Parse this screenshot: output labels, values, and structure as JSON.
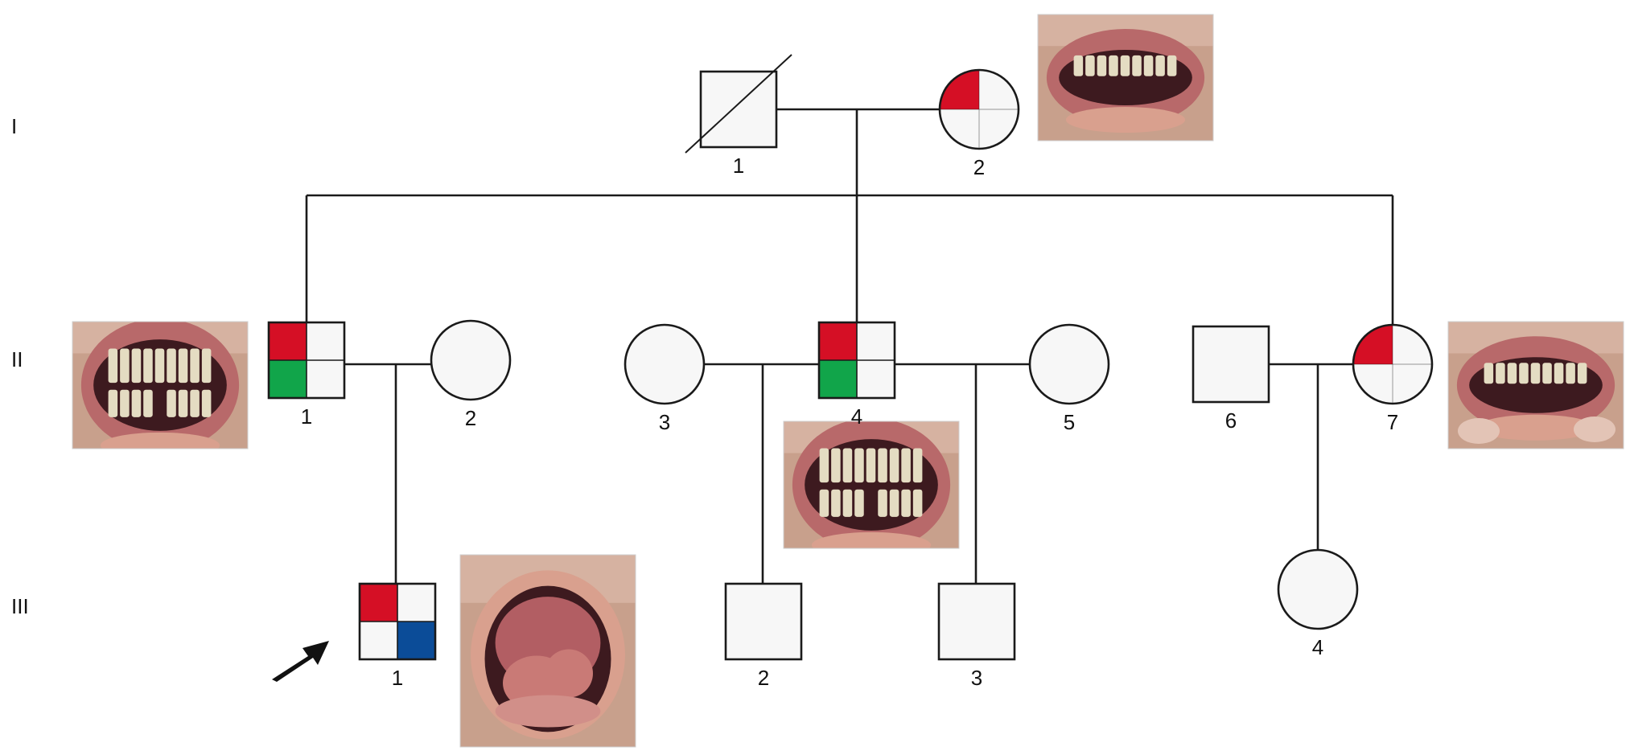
{
  "colors": {
    "line": "#1a1a1a",
    "fill": "#f7f7f7",
    "red": "#d50f25",
    "green": "#11a54a",
    "blue": "#0b4c98",
    "lip_light": "#d9a08e",
    "lip_dark": "#b8696a",
    "skin": "#c8a08c",
    "skin_light": "#e3c4b6",
    "teeth": "#e4dcc2",
    "mouth_dark": "#3d1a1f"
  },
  "generations": [
    "I",
    "II",
    "III"
  ],
  "individuals": [
    {
      "key": "I-1",
      "gen": "I",
      "label": "1",
      "sex": "male",
      "deceased": true,
      "quadrants": []
    },
    {
      "key": "I-2",
      "gen": "I",
      "label": "2",
      "sex": "female",
      "deceased": false,
      "quadrants": [
        "tl:red"
      ]
    },
    {
      "key": "II-1",
      "gen": "II",
      "label": "1",
      "sex": "male",
      "deceased": false,
      "quadrants": [
        "tl:red",
        "bl:green"
      ]
    },
    {
      "key": "II-2",
      "gen": "II",
      "label": "2",
      "sex": "female",
      "deceased": false,
      "quadrants": []
    },
    {
      "key": "II-3",
      "gen": "II",
      "label": "3",
      "sex": "female",
      "deceased": false,
      "quadrants": []
    },
    {
      "key": "II-4",
      "gen": "II",
      "label": "4",
      "sex": "male",
      "deceased": false,
      "quadrants": [
        "tl:red",
        "bl:green"
      ]
    },
    {
      "key": "II-5",
      "gen": "II",
      "label": "5",
      "sex": "female",
      "deceased": false,
      "quadrants": []
    },
    {
      "key": "II-6",
      "gen": "II",
      "label": "6",
      "sex": "male",
      "deceased": false,
      "quadrants": []
    },
    {
      "key": "II-7",
      "gen": "II",
      "label": "7",
      "sex": "female",
      "deceased": false,
      "quadrants": [
        "tl:red"
      ]
    },
    {
      "key": "III-1",
      "gen": "III",
      "label": "1",
      "sex": "male",
      "deceased": false,
      "proband": true,
      "quadrants": [
        "tl:red",
        "br:blue"
      ]
    },
    {
      "key": "III-2",
      "gen": "III",
      "label": "2",
      "sex": "male",
      "deceased": false,
      "quadrants": []
    },
    {
      "key": "III-3",
      "gen": "III",
      "label": "3",
      "sex": "male",
      "deceased": false,
      "quadrants": []
    },
    {
      "key": "III-4",
      "gen": "III",
      "label": "4",
      "sex": "female",
      "deceased": false,
      "quadrants": []
    }
  ],
  "photos": [
    {
      "key": "photo-I-2",
      "subject": "I-2",
      "kind": "lips-closed-teeth"
    },
    {
      "key": "photo-II-1",
      "subject": "II-1",
      "kind": "open-mouth-teeth"
    },
    {
      "key": "photo-II-4",
      "subject": "II-4",
      "kind": "open-mouth-teeth"
    },
    {
      "key": "photo-II-7",
      "subject": "II-7",
      "kind": "lips-pulled"
    },
    {
      "key": "photo-III-1",
      "subject": "III-1",
      "kind": "open-mouth-palate"
    }
  ]
}
